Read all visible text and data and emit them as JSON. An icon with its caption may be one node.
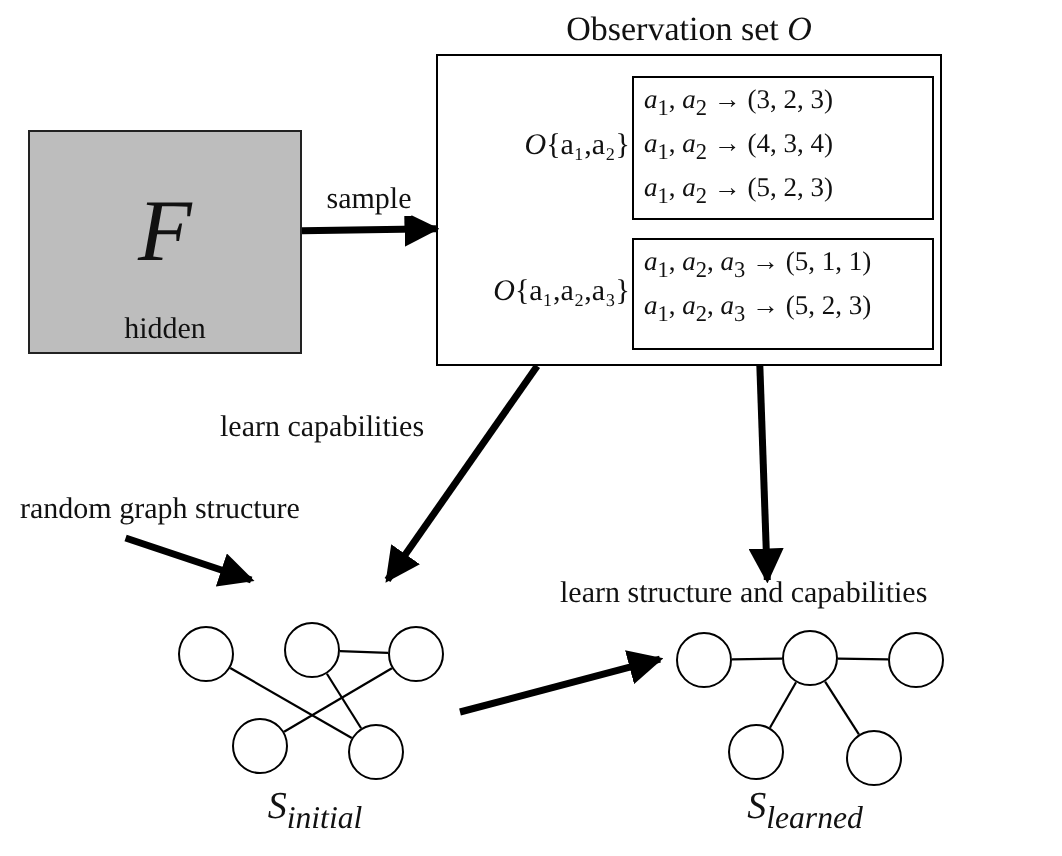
{
  "diagram": {
    "nodes": [
      {
        "text": [
          "F",
          "hidden"
        ]
      },
      {
        "text": [
          "Observation set *O*"
        ]
      },
      {
        "text": [
          "*a*$_{1}$, *a*$_{2}$ → (3, 2, 3)",
          "*a*$_{1}$, *a*$_{2}$ → (4, 3, 4)",
          "*a*$_{1}$, *a*$_{2}$ → (5, 2, 3)"
        ],
        "in": 1,
        "beside": [
          "*O*{a₁,a₂}"
        ]
      },
      {
        "text": [
          "*a*$_{1}$, *a*$_{2}$, *a*$_{3}$ → (5, 1, 1)",
          "*a*$_{1}$, *a*$_{2}$, *a*$_{3}$ → (5, 2, 3)"
        ],
        "in": 1,
        "beside": [
          "*O*{a₁,a₂,a₃}"
        ]
      },
      {
        "text": [
          "S$_{initial}$"
        ]
      },
      {
        "text": [],
        "shape": "circle",
        "in": 4
      },
      {
        "text": [],
        "shape": "circle",
        "in": 4
      },
      {
        "text": [],
        "shape": "circle",
        "in": 4
      },
      {
        "text": [],
        "shape": "circle",
        "in": 4
      },
      {
        "text": [],
        "shape": "circle",
        "in": 4
      },
      {
        "text": [
          "S$_{learned}$"
        ]
      },
      {
        "text": [],
        "shape": "circle",
        "in": 10
      },
      {
        "text": [],
        "shape": "circle",
        "in": 10
      },
      {
        "text": [],
        "shape": "circle",
        "in": 10
      },
      {
        "text": [],
        "shape": "circle",
        "in": 10
      },
      {
        "text": [],
        "shape": "circle",
        "in": 10
      },
      {
        "text": [
          "random graph structure"
        ]
      }
    ],
    "edges": [
      {
        "from": 0,
        "to": 1,
        "arrow": "to",
        "label": "sample",
        "style": "thick"
      },
      {
        "from": 1,
        "to": 4,
        "arrow": "to",
        "style": "thick"
      },
      {
        "from": 1,
        "to": 10,
        "arrow": "to",
        "style": "thick"
      },
      {
        "from": 16,
        "to": 4,
        "arrow": "to",
        "style": "thick"
      },
      {
        "from": 4,
        "to": 10,
        "arrow": "to",
        "style": "thick"
      },
      {
        "from": 5,
        "to": 9,
        "arrow": "none"
      },
      {
        "from": 6,
        "to": 7,
        "arrow": "none"
      },
      {
        "from": 6,
        "to": 9,
        "arrow": "none"
      },
      {
        "from": 7,
        "to": 8,
        "arrow": "none"
      },
      {
        "from": 11,
        "to": 12,
        "arrow": "none"
      },
      {
        "from": 12,
        "to": 13,
        "arrow": "none"
      },
      {
        "from": 12,
        "to": 14,
        "arrow": "none"
      },
      {
        "from": 12,
        "to": 15,
        "arrow": "none"
      }
    ],
    "labels": [
      "learn capabilities",
      "learn structure and capabilities"
    ]
  }
}
